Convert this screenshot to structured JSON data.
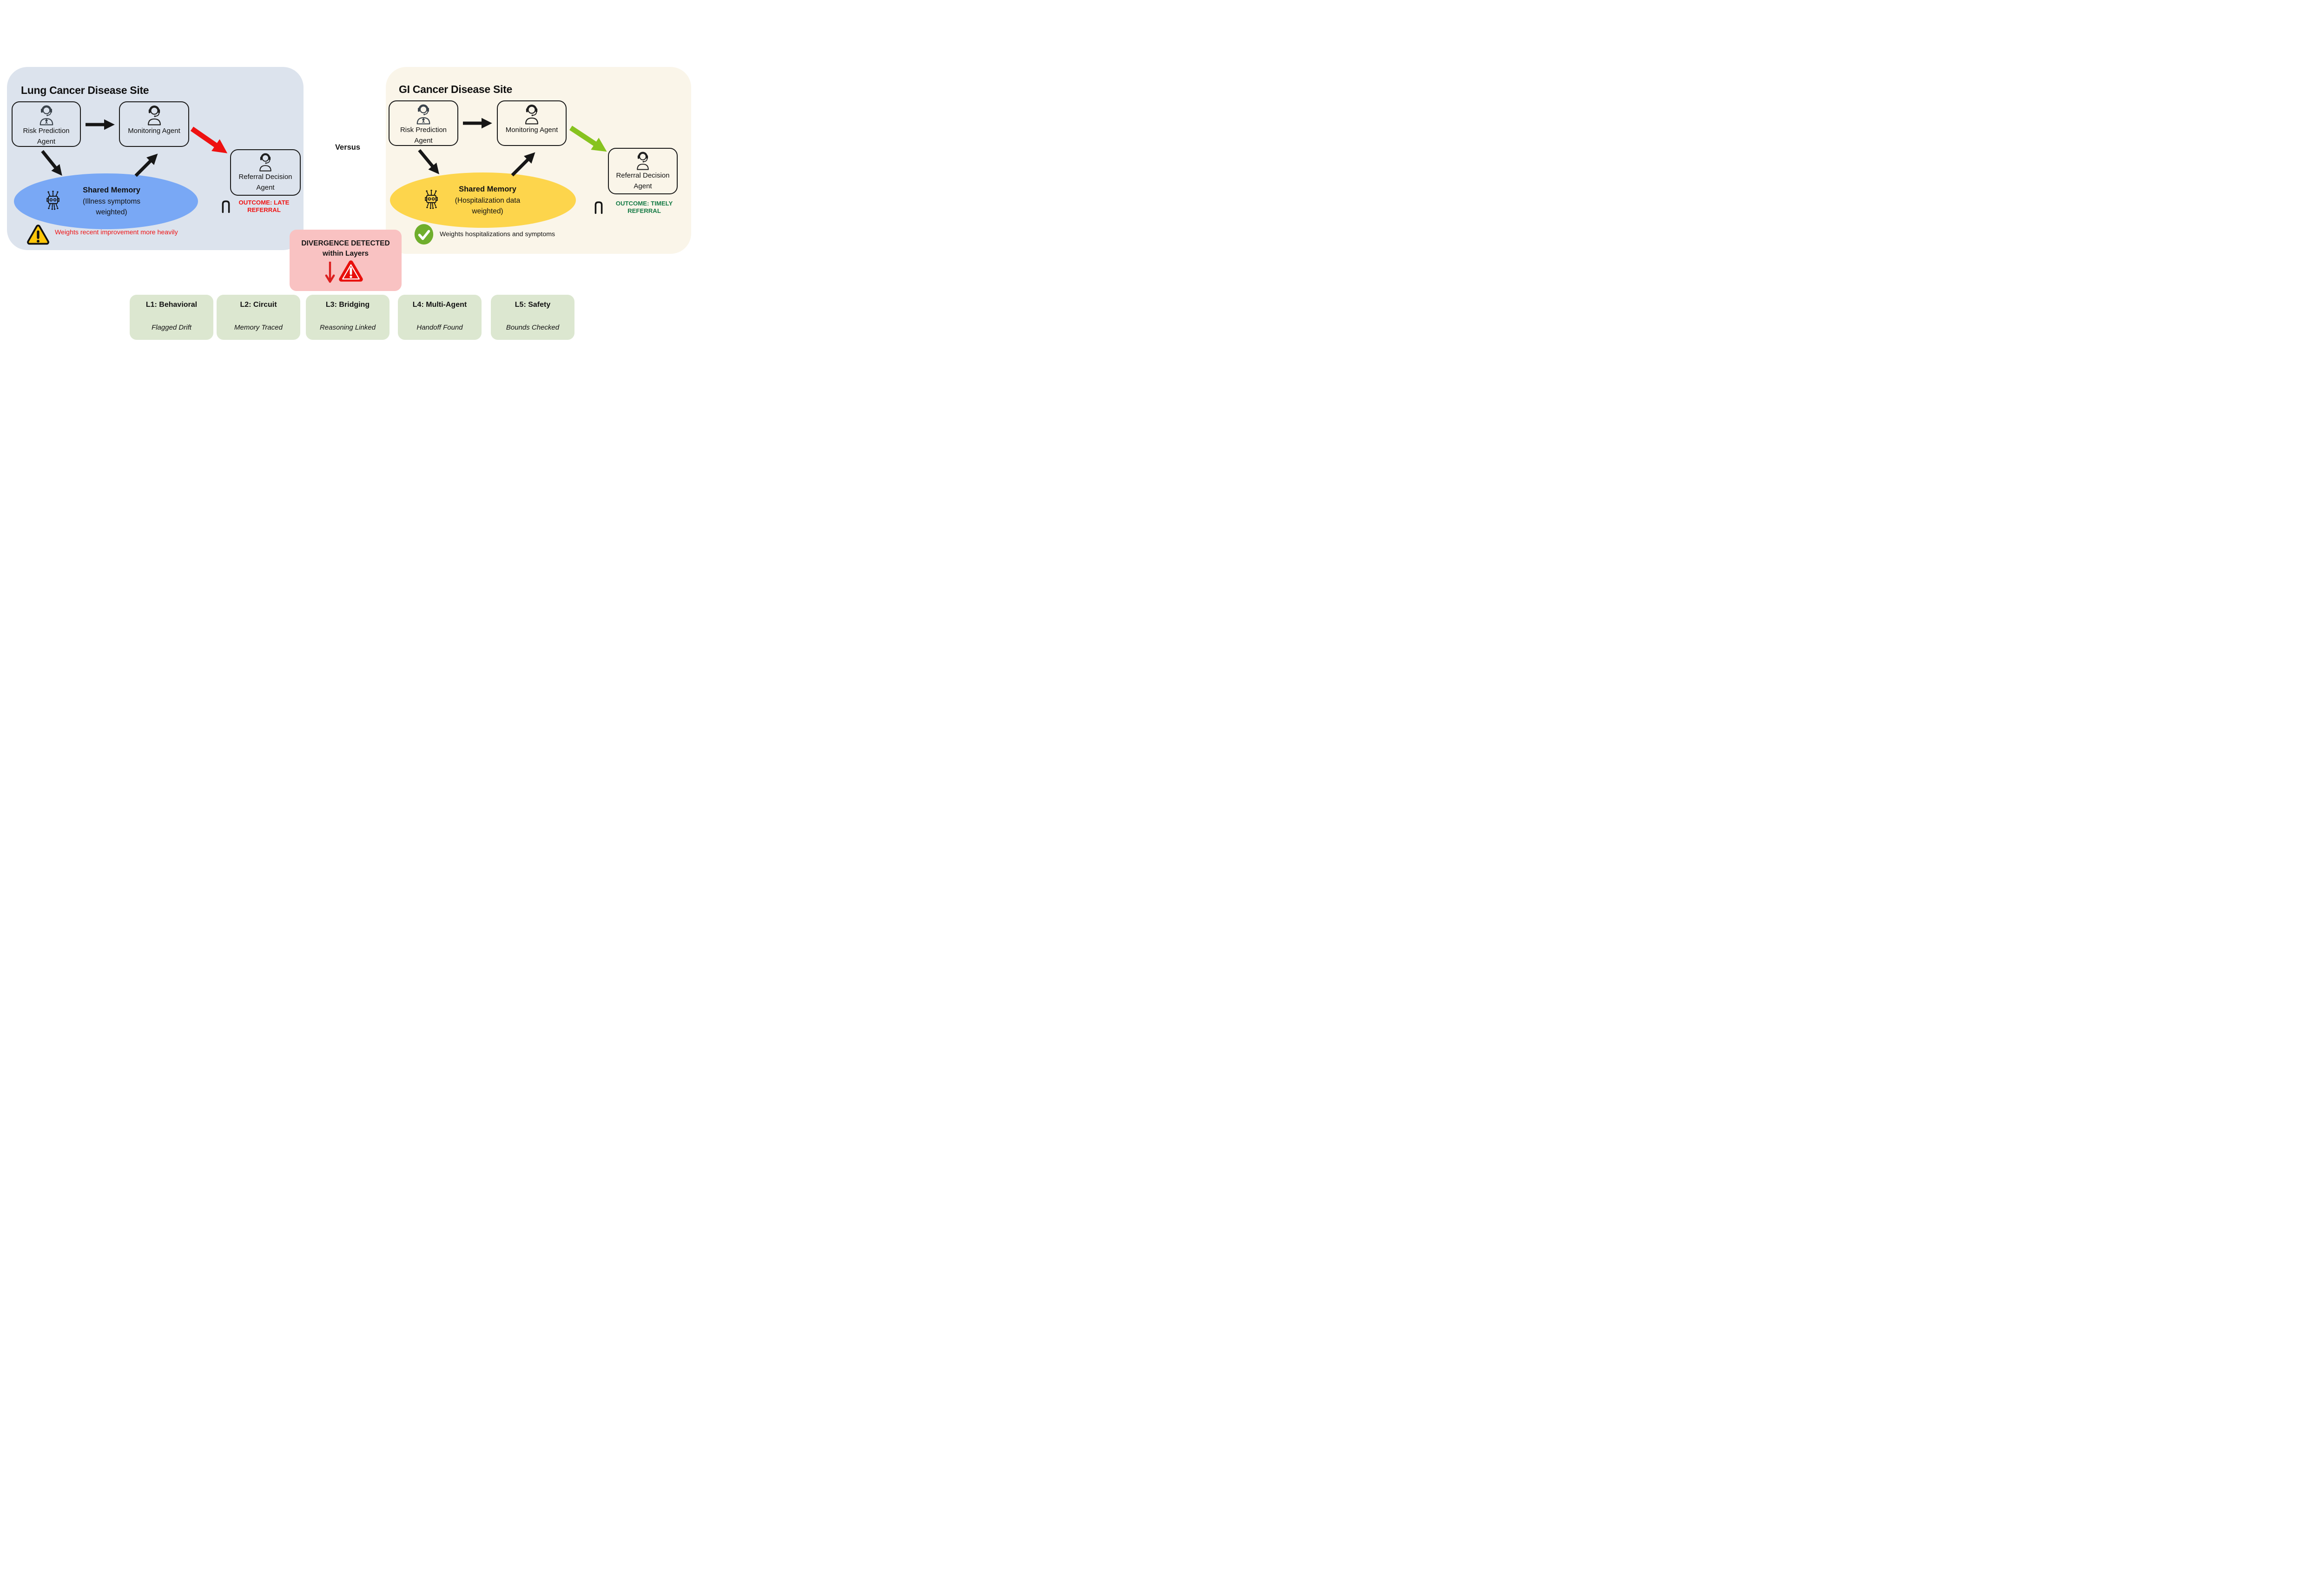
{
  "versus": "Versus",
  "left": {
    "title": "Lung Cancer Disease Site",
    "risk_agent": "Risk Prediction Agent",
    "monitoring_agent": "Monitoring Agent",
    "referral_agent": "Referral Decision Agent",
    "memory_title": "Shared Memory",
    "memory_subtitle": "(Illness symptoms weighted)",
    "note": "Weights recent improvement more heavily",
    "outcome_line1": "OUTCOME: LATE",
    "outcome_line2": "REFERRAL"
  },
  "right": {
    "title": "GI Cancer Disease Site",
    "risk_agent": "Risk Prediction Agent",
    "monitoring_agent": "Monitoring Agent",
    "referral_agent": "Referral Decision Agent",
    "memory_title": "Shared Memory",
    "memory_subtitle": "(Hospitalization data weighted)",
    "note": "Weights hospitalizations and symptoms",
    "outcome_line1": "OUTCOME: TIMELY",
    "outcome_line2": "REFERRAL"
  },
  "divergence": {
    "line1": "DIVERGENCE DETECTED",
    "line2": "within Layers"
  },
  "layers": [
    {
      "label": "L1: Behavioral",
      "status": "Flagged Drift"
    },
    {
      "label": "L2: Circuit",
      "status": "Memory Traced"
    },
    {
      "label": "L3: Bridging",
      "status": "Reasoning Linked"
    },
    {
      "label": "L4: Multi-Agent",
      "status": "Handoff Found"
    },
    {
      "label": "L5: Safety",
      "status": "Bounds Checked"
    }
  ],
  "colors": {
    "left_panel_bg": "#dce3ed",
    "right_panel_bg": "#faf5e9",
    "memory_left_blue": "#79a8f5",
    "memory_right_yellow": "#fdd54c",
    "divergence_bg": "#f9c2c2",
    "layer_bg": "#dce7d0",
    "alert_red": "#ee1111",
    "outcome_green": "#157a45",
    "arrow_green": "#87c31f",
    "warning_yellow": "#ffc60a",
    "check_green": "#6fae2c"
  }
}
